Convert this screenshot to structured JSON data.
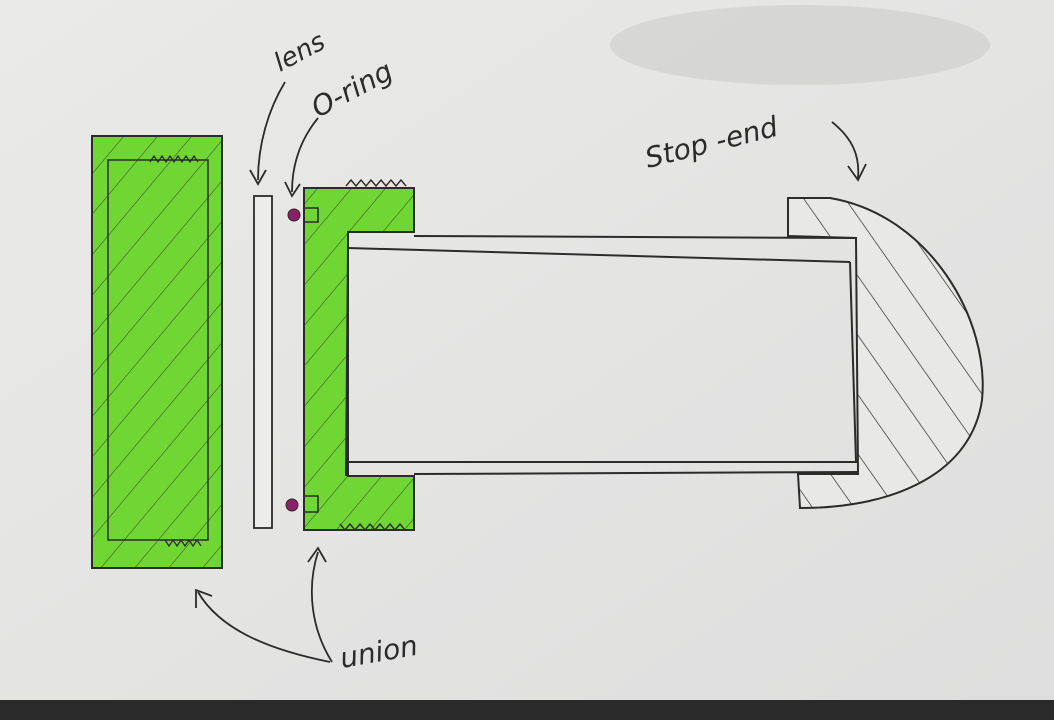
{
  "labels": {
    "lens": "lens",
    "o_ring": "O-ring",
    "stop_end": "Stop -end",
    "union": "union"
  },
  "colors": {
    "paper": "#e6e6e4",
    "green_fill": "#6fd634",
    "ink": "#2b2b2b",
    "o_ring": "#8a1f6a",
    "background_bottom": "#2a2a2a"
  }
}
